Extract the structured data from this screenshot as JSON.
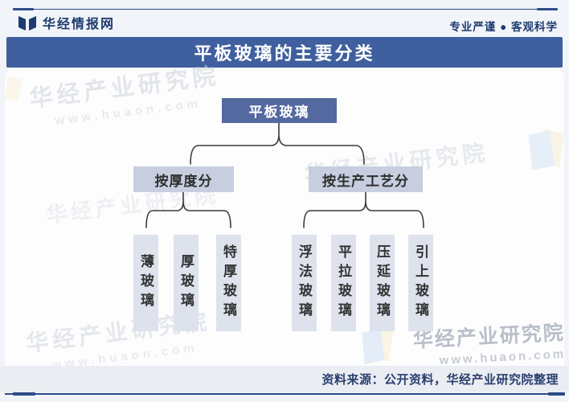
{
  "header": {
    "brand": "华经情报网",
    "slogan": "专业严谨 ● 客观科学"
  },
  "title_bar": {
    "title": "平板玻璃的主要分类"
  },
  "tree": {
    "root": "平板玻璃",
    "branches": [
      {
        "label": "按厚度分",
        "children": [
          "薄玻璃",
          "厚玻璃",
          "特厚玻璃"
        ]
      },
      {
        "label": "按生产工艺分",
        "children": [
          "浮法玻璃",
          "平拉玻璃",
          "压延玻璃",
          "引上玻璃"
        ]
      }
    ]
  },
  "watermark": {
    "name": "华经产业研究院",
    "url": "www.huaon.com"
  },
  "footer": {
    "source": "资料来源：公开资料，华经产业研究院整理"
  },
  "colors": {
    "accent_navy": "#2c4c88",
    "title_bar_bg": "#3f5f9e",
    "root_box_bg": "#54699f",
    "branch_box_bg": "#c6cedf",
    "leaf_box_bg": "#dde2ed",
    "connector": "#3c3c3c",
    "footer_bar_bg": "#eaedf2",
    "watermark_gray": "#b6bcc7"
  }
}
